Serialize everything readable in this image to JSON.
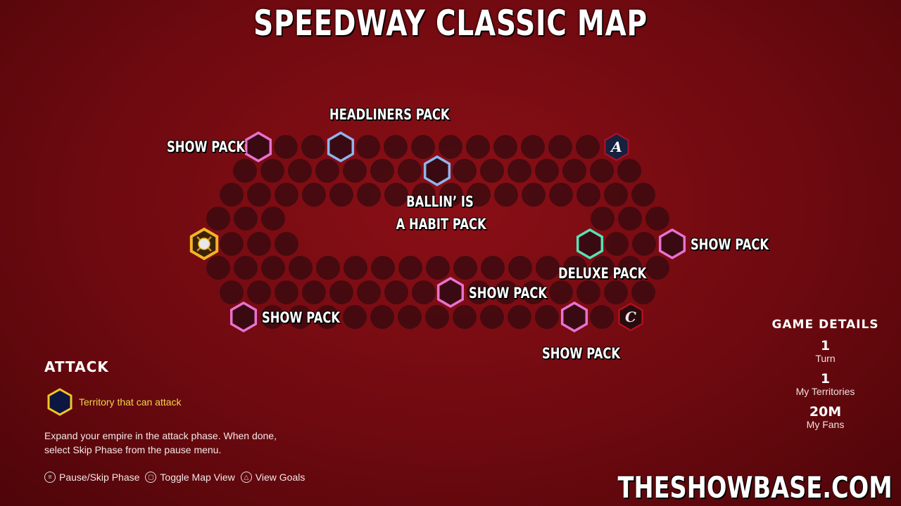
{
  "title": "SPEEDWAY CLASSIC MAP",
  "map": {
    "labels": {
      "show_pack_top_left": "SHOW PACK",
      "headliners": "HEADLINERS PACK",
      "ballin_line1": "BALLIN’ IS",
      "ballin_line2": "A HABIT PACK",
      "show_pack_right": "SHOW PACK",
      "deluxe": "DELUXE PACK",
      "show_pack_center": "SHOW PACK",
      "show_pack_bottom_left": "SHOW PACK",
      "show_pack_bottom_right": "SHOW PACK"
    },
    "colors": {
      "pink": "#e872d0",
      "blue": "#8fb4ef",
      "teal": "#59e1b4",
      "gold": "#f2b426",
      "empty": "#3c0a0f"
    },
    "icons": {
      "home": "baseball-bats-icon",
      "team_a": "braves-a-icon",
      "team_c": "reds-c-icon"
    }
  },
  "attack": {
    "title": "ATTACK",
    "legend": "Territory that can attack",
    "description": "Expand your empire in the attack phase. When done, select Skip Phase from the pause menu."
  },
  "controls": [
    {
      "label": "Pause/Skip Phase",
      "icon": "options-button-icon"
    },
    {
      "label": "Toggle Map View",
      "icon": "square-button-icon"
    },
    {
      "label": "View Goals",
      "icon": "triangle-button-icon"
    }
  ],
  "details": {
    "title": "GAME DETAILS",
    "turn_value": "1",
    "turn_label": "Turn",
    "territories_value": "1",
    "territories_label": "My Territories",
    "fans_value": "20M",
    "fans_label": "My Fans"
  },
  "watermark": "THESHOWBASE.COM"
}
